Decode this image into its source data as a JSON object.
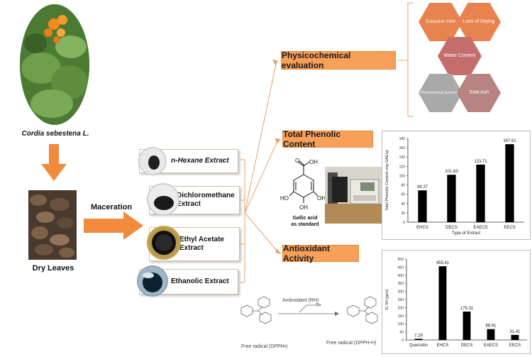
{
  "plant": {
    "name": "Cordia sebestena L."
  },
  "dry_leaves": {
    "label": "Dry Leaves"
  },
  "process": {
    "maceration": "Maceration"
  },
  "extracts": [
    {
      "label": "n-Hexane Extract"
    },
    {
      "label": "Dichloromethane Extract"
    },
    {
      "label": "Ethyl Acetate Extract"
    },
    {
      "label": "Ethanolic Extract"
    }
  ],
  "evaluations": {
    "physico": "Physicochemical evaluation",
    "phenolic": "Total Phenolic Content",
    "antioxidant": "Antioxidant Activity"
  },
  "hexagons": [
    {
      "label": "Extraction Yield",
      "color": "#e8834f"
    },
    {
      "label": "Loss of Drying",
      "color": "#e8834f"
    },
    {
      "label": "Water Content",
      "color": "#c46d6d"
    },
    {
      "label": "Phytochemical Screening",
      "color": "#a9a9a9"
    },
    {
      "label": "Total Ash",
      "color": "#b78383"
    }
  ],
  "gallic": {
    "oh_top": "OH",
    "o": "O",
    "oh_left": "HO",
    "oh_right": "OH",
    "oh_bottom": "OH",
    "caption_1": "Gallic acid",
    "caption_2": "as standard"
  },
  "reaction": {
    "reagent": "Antioxidant (RH)",
    "product": "R•",
    "label_left": "Free radical (DPPH•)",
    "label_right": "Free radical (DPPH-H)"
  },
  "chart_data": [
    {
      "type": "bar",
      "title": "",
      "xlabel": "Type of Extract",
      "ylabel": "Total Phenolic Content (mg GAE/g)",
      "ylim": [
        0,
        180
      ],
      "yticks": [
        0,
        20,
        40,
        60,
        80,
        100,
        120,
        140,
        160,
        180
      ],
      "categories": [
        "EHCS",
        "DECS",
        "EAECS",
        "EECS"
      ],
      "values": [
        68.37,
        101.83,
        123.71,
        167.61
      ],
      "data_labels": [
        "68.37",
        "101.83",
        "123.71",
        "167.61"
      ]
    },
    {
      "type": "bar",
      "title": "",
      "xlabel": "",
      "ylabel": "IC 50 (ppm)",
      "ylim": [
        0,
        500
      ],
      "yticks": [
        0,
        50,
        100,
        150,
        200,
        250,
        300,
        350,
        400,
        450,
        500
      ],
      "categories": [
        "Quercetin",
        "EHCS",
        "DECS",
        "EAECS",
        "EECS"
      ],
      "values": [
        7.29,
        455.41,
        175.31,
        66.91,
        31.41
      ],
      "data_labels": [
        "7.29",
        "455.41",
        "175.31",
        "66.91",
        "31.41"
      ]
    }
  ]
}
